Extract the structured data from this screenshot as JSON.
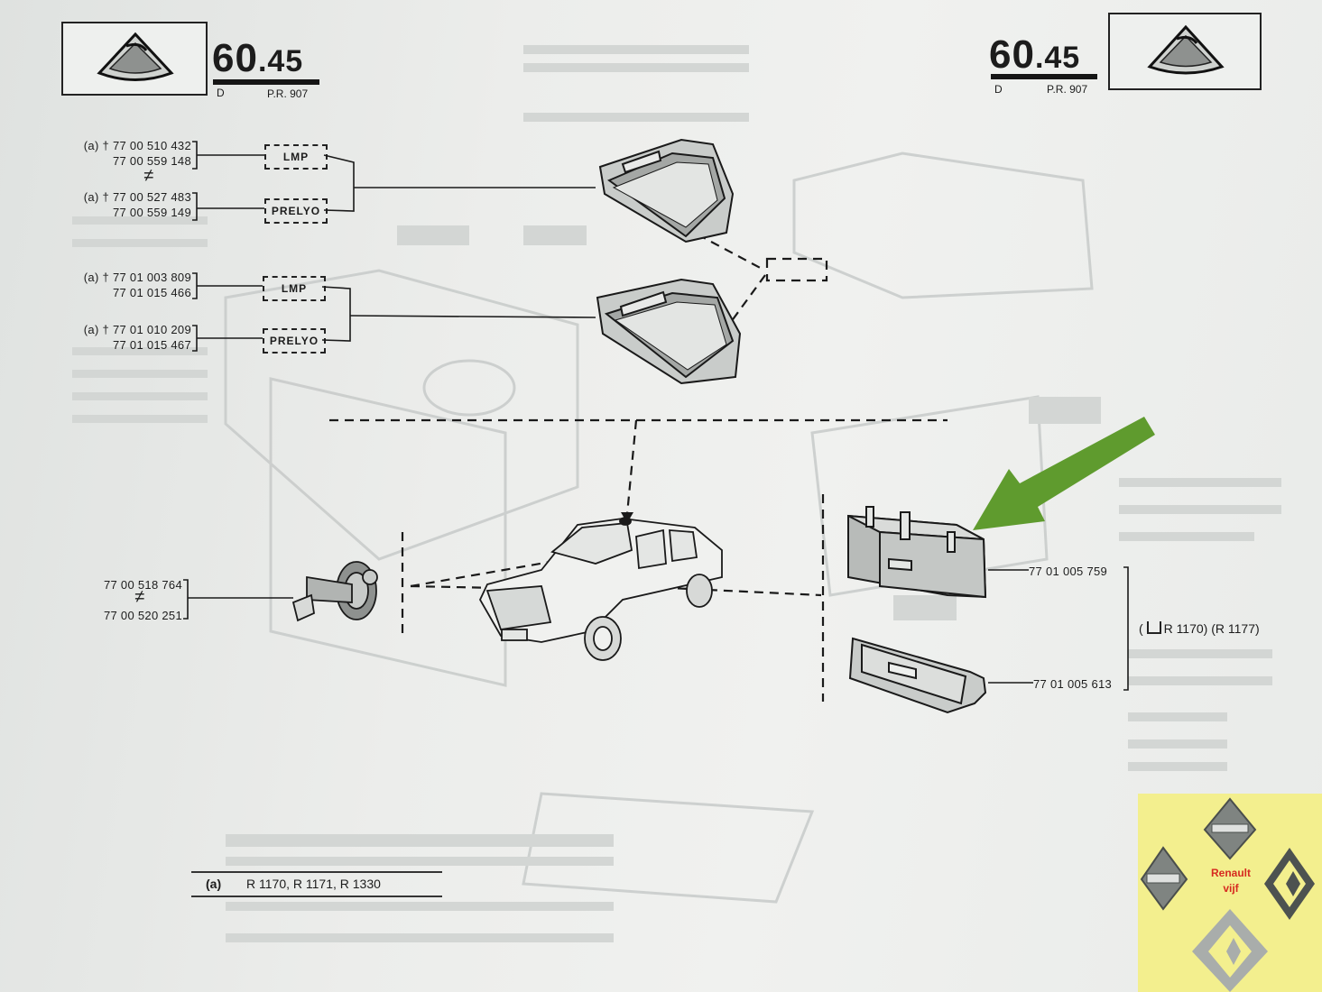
{
  "header_left": {
    "section_main": "60",
    "section_decimal": ".45",
    "letter": "D",
    "ref": "P.R. 907"
  },
  "header_right": {
    "section_main": "60",
    "section_decimal": ".45",
    "letter": "D",
    "ref": "P.R. 907"
  },
  "groups": [
    {
      "mark": "(a) † ",
      "lines": [
        "77 00 510 432",
        "77 00 559 148"
      ],
      "supplier": "LMP"
    },
    {
      "mark": "(a) † ",
      "lines": [
        "77 00 527 483",
        "77 00 559 149"
      ],
      "supplier": "PRELYO"
    },
    {
      "mark": "(a) † ",
      "lines": [
        "77 01 003 809",
        "77 01 015 466"
      ],
      "supplier": "LMP"
    },
    {
      "mark": "(a) † ",
      "lines": [
        "77 01 010 209",
        "77 01 015 467"
      ],
      "supplier": "PRELYO"
    }
  ],
  "neq_symbol": "≠",
  "switch_parts": [
    "77 00 518 764",
    "77 00 520 251"
  ],
  "lamp_parts": {
    "body": "77 01 005 759",
    "lens": "77 01 005 613",
    "applicability": "R 1170) (R 1177)",
    "applicability_prefix": "( "
  },
  "footnote": {
    "key": "(a)",
    "text": "R 1170, R 1171, R 1330"
  },
  "watermark": {
    "line1": "Renault",
    "line2": "vijf"
  },
  "colors": {
    "arrow": "#5f9b2e",
    "card": "#f3ef8e",
    "brand_red": "#d62a20"
  }
}
